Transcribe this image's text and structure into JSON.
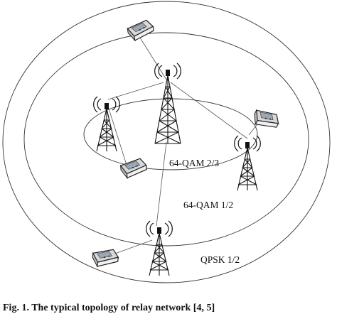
{
  "diagram": {
    "zones": [
      {
        "id": "inner",
        "label": "64-QAM 2/3"
      },
      {
        "id": "middle",
        "label": "64-QAM 1/2"
      },
      {
        "id": "outer",
        "label": "QPSK 1/2"
      }
    ],
    "caption": "Fig. 1. The typical topology of relay network [4, 5]"
  }
}
